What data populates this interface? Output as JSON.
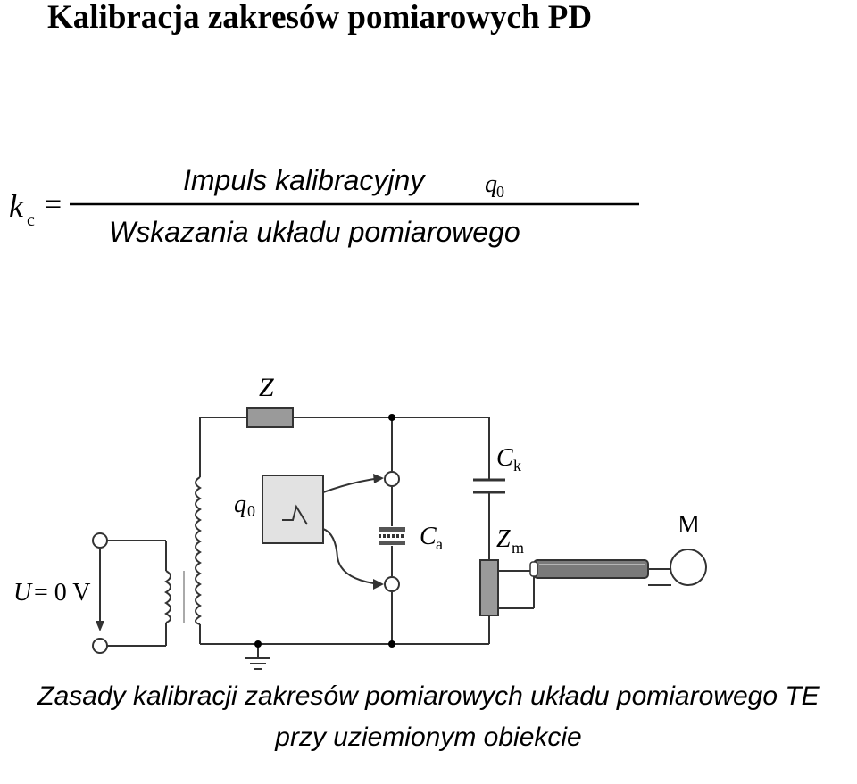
{
  "title": "Kalibracja zakresów pomiarowych PD",
  "formula": {
    "lhs_symbol": "k",
    "lhs_subscript": "c",
    "equals": "=",
    "numerator": "Impuls kalibracyjny",
    "numerator_symbol": "q",
    "numerator_symbol_subscript": "0",
    "denominator": "Wskazania układu pomiarowego"
  },
  "diagram": {
    "label_z": "Z",
    "label_q0": "q",
    "label_q0_sub": "0",
    "label_ck": "C",
    "label_ck_sub": "k",
    "label_ca": "C",
    "label_ca_sub": "a",
    "label_zm": "Z",
    "label_zm_sub": "m",
    "label_m": "M",
    "label_u": "U",
    "label_u_value": "= 0 V"
  },
  "caption": {
    "line1": "Zasady kalibracji zakresów pomiarowych układu pomiarowego TE",
    "line2": "przy uziemionym obiekcie"
  }
}
